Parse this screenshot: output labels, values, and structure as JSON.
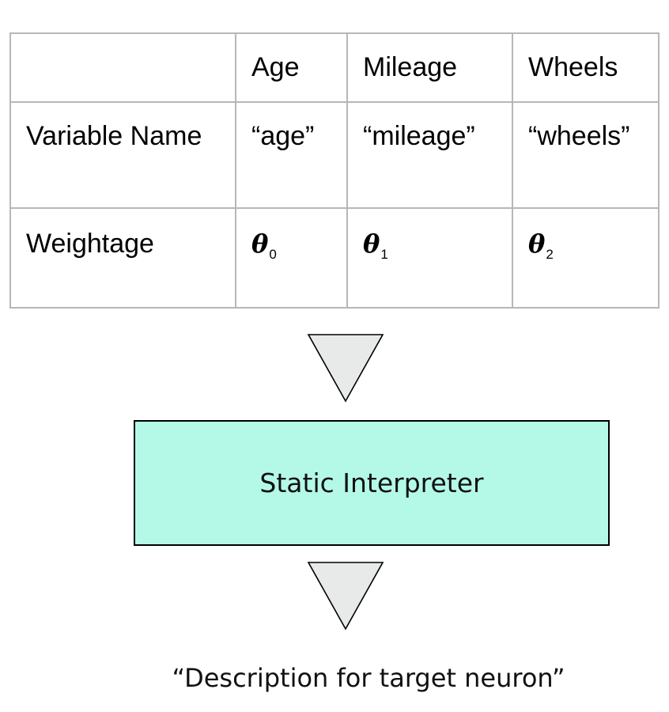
{
  "table": {
    "header": [
      "",
      "Age",
      "Mileage",
      "Wheels"
    ],
    "rows": [
      {
        "label": "Variable Name",
        "cells": [
          "“age”",
          "“mileage”",
          "“wheels”"
        ]
      },
      {
        "label": "Weightage",
        "symbol": "θ",
        "subscripts": [
          "0",
          "1",
          "2"
        ]
      }
    ]
  },
  "interpreter": {
    "label": "Static Interpreter",
    "fill_color": "#b4f9e8"
  },
  "output": {
    "text": "“Description for target neuron”"
  },
  "arrow": {
    "fill_color": "#e8eaea",
    "icon": "down-triangle-arrow-icon"
  }
}
